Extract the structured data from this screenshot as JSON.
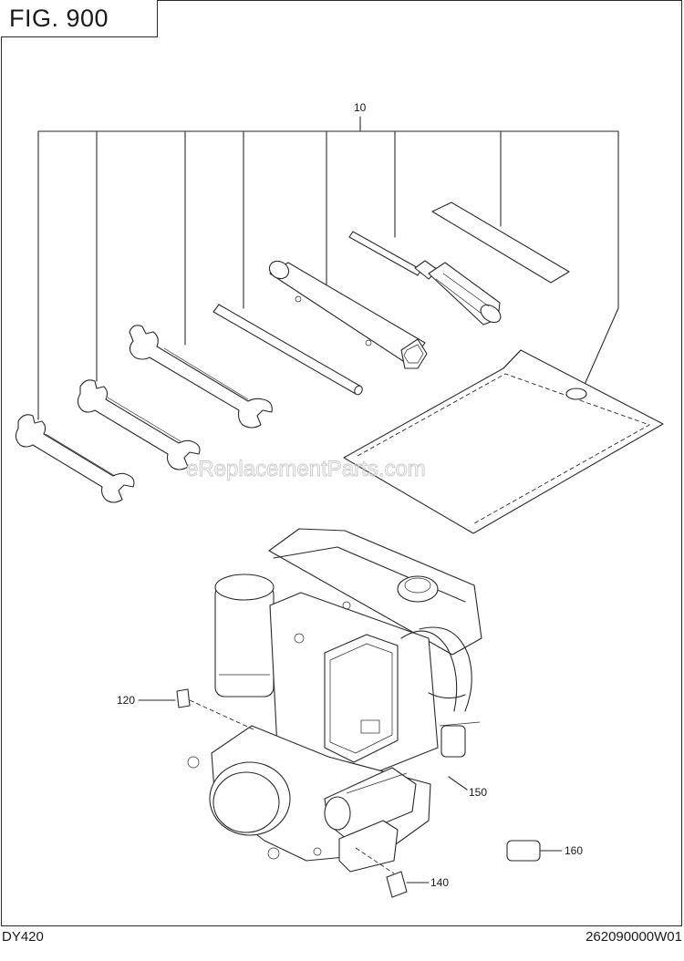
{
  "figure": {
    "title": "FIG. 900"
  },
  "callouts": {
    "toolkit": "10",
    "label_a": "120",
    "label_b": "140",
    "label_c": "150",
    "label_d": "160"
  },
  "watermark": "eReplacementParts.com",
  "footer": {
    "model": "DY420",
    "part_number": "262090000W01"
  },
  "parts": [
    "wrench-small",
    "wrench-medium",
    "wrench-large",
    "rod",
    "box-wrench",
    "screwdriver",
    "strip",
    "tool-bag",
    "engine"
  ]
}
